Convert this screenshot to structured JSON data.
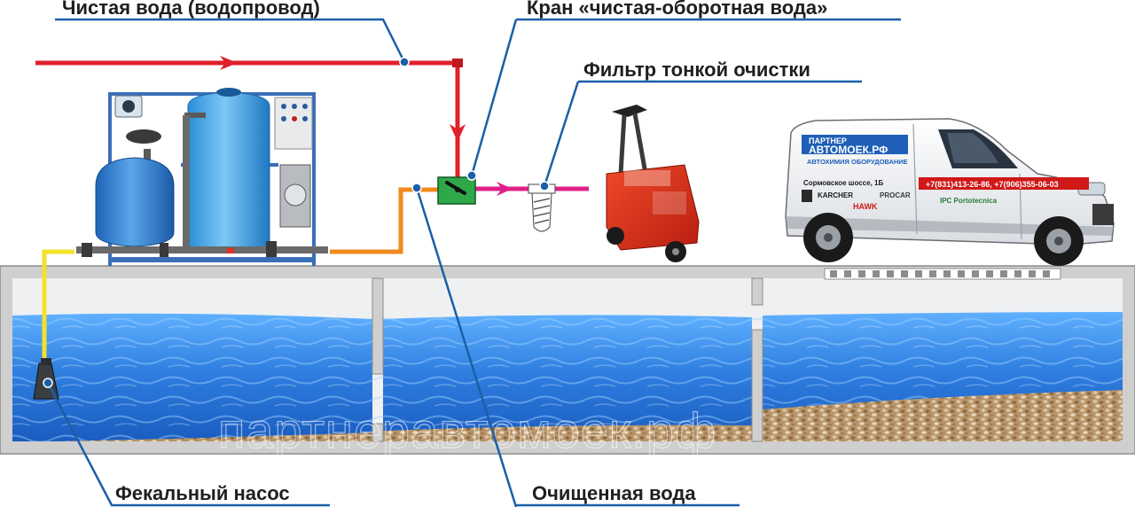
{
  "labels": {
    "clean_water": "Чистая вода (водопровод)",
    "valve": "Кран «чистая-оборотная вода»",
    "fine_filter": "Фильтр тонкой очистки",
    "fecal_pump": "Фекальный насос",
    "purified_water": "Очищенная вода"
  },
  "van": {
    "brand_line1": "ПАРТНЕР",
    "brand_line2": "АВТОМОЕК.РФ",
    "tagline": "АВТОХИМИЯ  ОБОРУДОВАНИЕ",
    "address": "Сормовское шоссе, 1Б",
    "phones": "+7(831)413-26-86, +7(906)355-06-03",
    "logo_karcher": "KARCHER",
    "logo_procar": "PROCAR",
    "logo_hawk": "HAWK",
    "logo_ipc": "IPC Portotecnica"
  },
  "watermark": "партнеравтомоек.рф",
  "colors": {
    "clean_pipe": "#e0202a",
    "recycled_pipe": "#f08a1c",
    "output_pipe": "#e0208a",
    "pump_pipe": "#f2e22a",
    "leader": "#1a5fa8",
    "valve": "#2fa84a",
    "water": "#2f7fe0",
    "tank_wall": "#cfcfcf"
  }
}
